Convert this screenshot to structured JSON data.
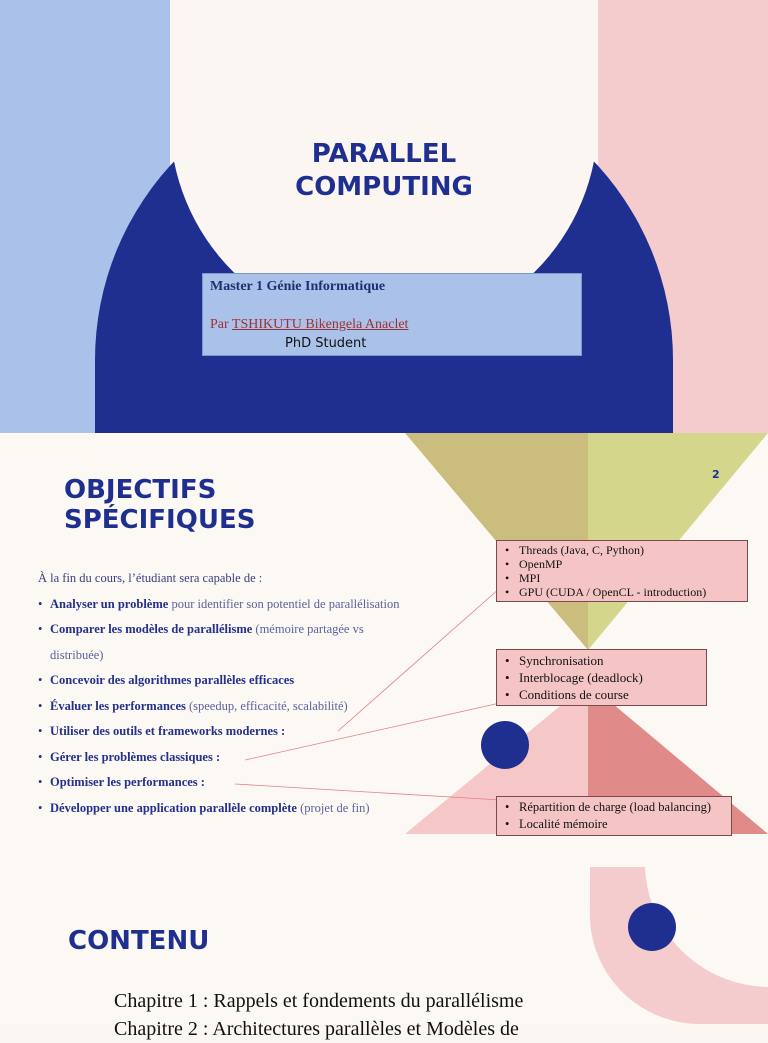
{
  "slide1": {
    "title_line1": "PARALLEL",
    "title_line2": "COMPUTING",
    "program": "Master 1 Génie Informatique",
    "by_prefix": "Par",
    "author": "TSHIKUTU Bikengela Anaclet",
    "role": "PhD Student"
  },
  "slide2": {
    "title_line1": "OBJECTIFS",
    "title_line2": "SPÉCIFIQUES",
    "page_number": "2",
    "intro": "À la fin du cours, l’étudiant sera capable de :",
    "objectives": [
      {
        "bold": "Analyser un problème",
        "rest": " pour identifier son potentiel de parallélisation"
      },
      {
        "bold": "Comparer les modèles de parallélisme",
        "rest": " (mémoire partagée vs"
      },
      {
        "bold": "Concevoir des algorithmes parallèles efficaces",
        "rest": ""
      },
      {
        "bold": "Évaluer les performances",
        "rest": " (speedup, efficacité, scalabilité)"
      },
      {
        "bold": "Utiliser des outils et frameworks modernes :",
        "rest": ""
      },
      {
        "bold": "Gérer les problèmes classiques :",
        "rest": ""
      },
      {
        "bold": "Optimiser les performances :",
        "rest": ""
      },
      {
        "bold": "Développer une application parallèle complète",
        "rest": " (projet de fin)"
      }
    ],
    "objective2_continuation": "distribuée)",
    "callout_tools": [
      "Threads (Java, C, Python)",
      "OpenMP",
      "MPI",
      "GPU (CUDA / OpenCL - introduction)"
    ],
    "callout_problems": [
      "Synchronisation",
      "Interblocage (deadlock)",
      "Conditions de course"
    ],
    "callout_perf": [
      "Répartition de charge (load balancing)",
      "Localité mémoire"
    ]
  },
  "slide3": {
    "title": "CONTENU",
    "chapters": [
      "Chapitre 1 : Rappels et fondements du parallélisme",
      "Chapitre 2 : Architectures parallèles et Modèles de"
    ]
  },
  "colors": {
    "navy": "#1f2f8f",
    "light_blue": "#aac2ea",
    "pink": "#f5cccd",
    "olive": "#cbbd7e",
    "lime": "#d4d68c",
    "salmon": "#e08a89",
    "cream": "#fbf6f1"
  }
}
